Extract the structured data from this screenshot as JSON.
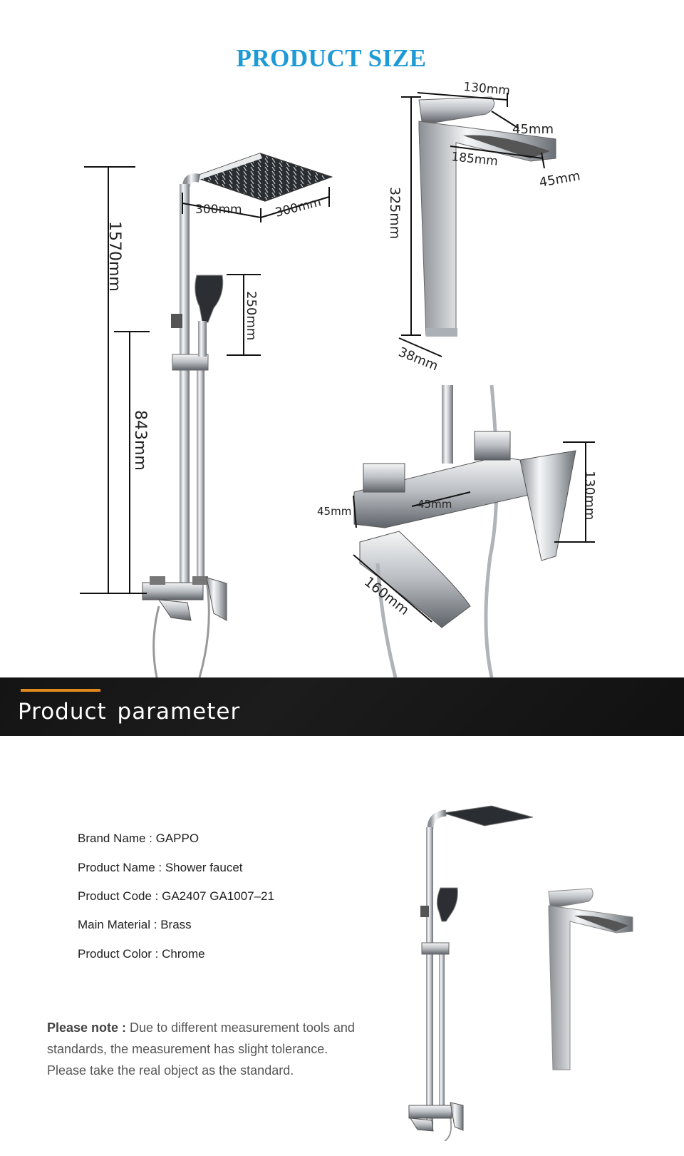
{
  "title": "PRODUCT SIZE",
  "colors": {
    "title": "#1e9ad6",
    "banner_accent": "#e08a1e",
    "chrome_dark": "#6a6f75",
    "chrome_light": "#eef0f2"
  },
  "dims": {
    "head_w": "300mm",
    "head_d": "300mm",
    "total_h": "1570mm",
    "hand_h": "250mm",
    "mixer_h": "843mm",
    "basin_top": "130mm",
    "basin_w1": "45mm",
    "basin_len": "185mm",
    "basin_w2": "45mm",
    "basin_h": "325mm",
    "basin_base": "38mm",
    "mixer_side": "45mm",
    "mixer_front": "45mm",
    "mixer_spout": "160mm",
    "mixer_handle": "130mm"
  },
  "banner": {
    "text": "Product parameter"
  },
  "params": [
    "Brand Name : GAPPO",
    "Product Name : Shower faucet",
    "Product Code : GA2407  GA1007–21",
    "Main Material : Brass",
    "Product Color : Chrome"
  ],
  "note": {
    "label": "Please note :",
    "line1": " Due to different measurement tools and",
    "line2": "standards, the measurement has slight tolerance.",
    "line3": "Please take the real object as the standard."
  }
}
